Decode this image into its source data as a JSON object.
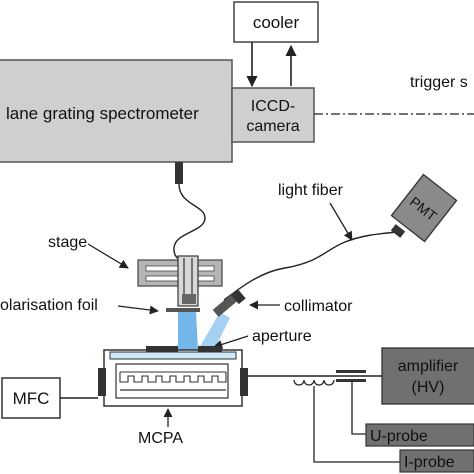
{
  "labels": {
    "cooler": "cooler",
    "spectrometer": "lane grating spectrometer",
    "iccd_line1": "ICCD-",
    "iccd_line2": "camera",
    "trigger": "trigger s",
    "light_fiber": "light fiber",
    "pmt": "PMT",
    "stage": "stage",
    "polarisation_foil": "olarisation foil",
    "collimator": "collimator",
    "aperture": "aperture",
    "amplifier_line1": "amplifier",
    "amplifier_line2": "(HV)",
    "mfc": "MFC",
    "mcpa": "MCPA",
    "u_probe": "U-probe",
    "i_probe": "I-probe"
  },
  "colors": {
    "box_gray": "#cfcfcf",
    "dark_box": "#707070",
    "beam_blue": "#5aa9e6",
    "plate_blue": "#cfe6f7",
    "line": "#222222"
  }
}
